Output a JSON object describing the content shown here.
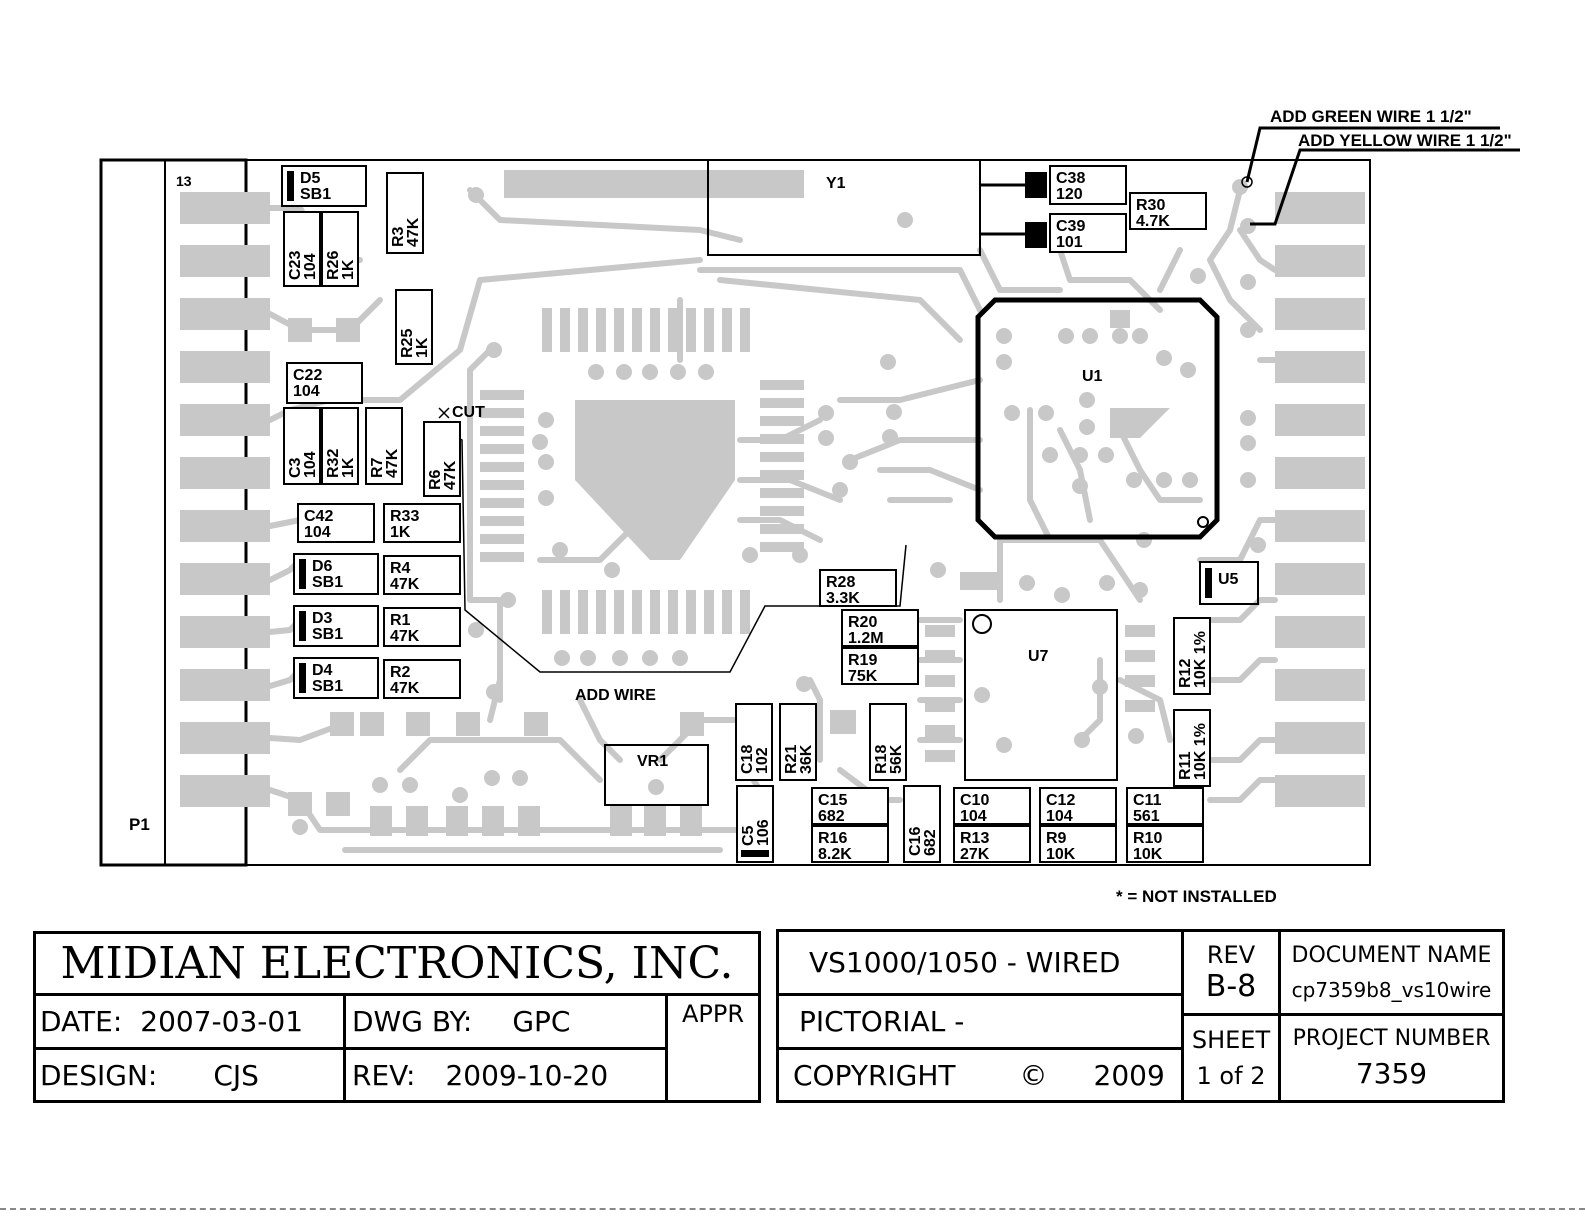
{
  "annotations": {
    "green_wire": "ADD GREEN WIRE 1 1/2\"",
    "yellow_wire": "ADD YELLOW WIRE 1 1/2\"",
    "cut": "CUT",
    "add_wire": "ADD WIRE",
    "not_installed": "* = NOT INSTALLED"
  },
  "connector": {
    "pin": "13",
    "name": "P1"
  },
  "chips": {
    "y1": "Y1",
    "u1": "U1",
    "u5": "U5",
    "u7": "U7",
    "vr1": "VR1"
  },
  "components": [
    {
      "ref": "D5",
      "value": "SB1"
    },
    {
      "ref": "R3",
      "value": "47K"
    },
    {
      "ref": "C23",
      "value": "104"
    },
    {
      "ref": "R26",
      "value": "1K"
    },
    {
      "ref": "R25",
      "value": "1K"
    },
    {
      "ref": "C22",
      "value": "104"
    },
    {
      "ref": "C3",
      "value": "104"
    },
    {
      "ref": "R32",
      "value": "1K"
    },
    {
      "ref": "R7",
      "value": "47K"
    },
    {
      "ref": "R6",
      "value": "47K"
    },
    {
      "ref": "C42",
      "value": "104"
    },
    {
      "ref": "R33",
      "value": "1K"
    },
    {
      "ref": "D6",
      "value": "SB1"
    },
    {
      "ref": "R4",
      "value": "47K"
    },
    {
      "ref": "D3",
      "value": "SB1"
    },
    {
      "ref": "R1",
      "value": "47K"
    },
    {
      "ref": "D4",
      "value": "SB1"
    },
    {
      "ref": "R2",
      "value": "47K"
    },
    {
      "ref": "C38",
      "value": "120"
    },
    {
      "ref": "C39",
      "value": "101"
    },
    {
      "ref": "R30",
      "value": "4.7K"
    },
    {
      "ref": "R28",
      "value": "3.3K"
    },
    {
      "ref": "R20",
      "value": "1.2M"
    },
    {
      "ref": "R19",
      "value": "75K"
    },
    {
      "ref": "R12",
      "value": "10K 1%"
    },
    {
      "ref": "R11",
      "value": "10K 1%"
    },
    {
      "ref": "C18",
      "value": "102"
    },
    {
      "ref": "R21",
      "value": "36K"
    },
    {
      "ref": "R18",
      "value": "56K"
    },
    {
      "ref": "C5",
      "value": "106"
    },
    {
      "ref": "C15",
      "value": "682"
    },
    {
      "ref": "R16",
      "value": "8.2K"
    },
    {
      "ref": "C16",
      "value": "682"
    },
    {
      "ref": "C10",
      "value": "104"
    },
    {
      "ref": "R13",
      "value": "27K"
    },
    {
      "ref": "C12",
      "value": "104"
    },
    {
      "ref": "R9",
      "value": "10K"
    },
    {
      "ref": "C11",
      "value": "561"
    },
    {
      "ref": "R10",
      "value": "10K"
    }
  ],
  "title_block": {
    "company": "MIDIAN ELECTRONICS, INC.",
    "date_label": "DATE:",
    "date": "2007-03-01",
    "dwg_label": "DWG BY:",
    "dwg": "GPC",
    "appr_label": "APPR",
    "design_label": "DESIGN:",
    "design": "CJS",
    "rev_label": "REV:",
    "rev_date": "2009-10-20",
    "title": "VS1000/1050 - WIRED",
    "subtitle": "PICTORIAL -",
    "copyright_label": "COPYRIGHT",
    "copyright_symbol": "©",
    "copyright_year": "2009",
    "rev_header": "REV",
    "rev_value": "B-8",
    "sheet_header": "SHEET",
    "sheet_value": "1 of 2",
    "docname_header": "DOCUMENT NAME",
    "docname_value": "cp7359b8_vs10wire",
    "project_header": "PROJECT NUMBER",
    "project_value": "7359"
  }
}
